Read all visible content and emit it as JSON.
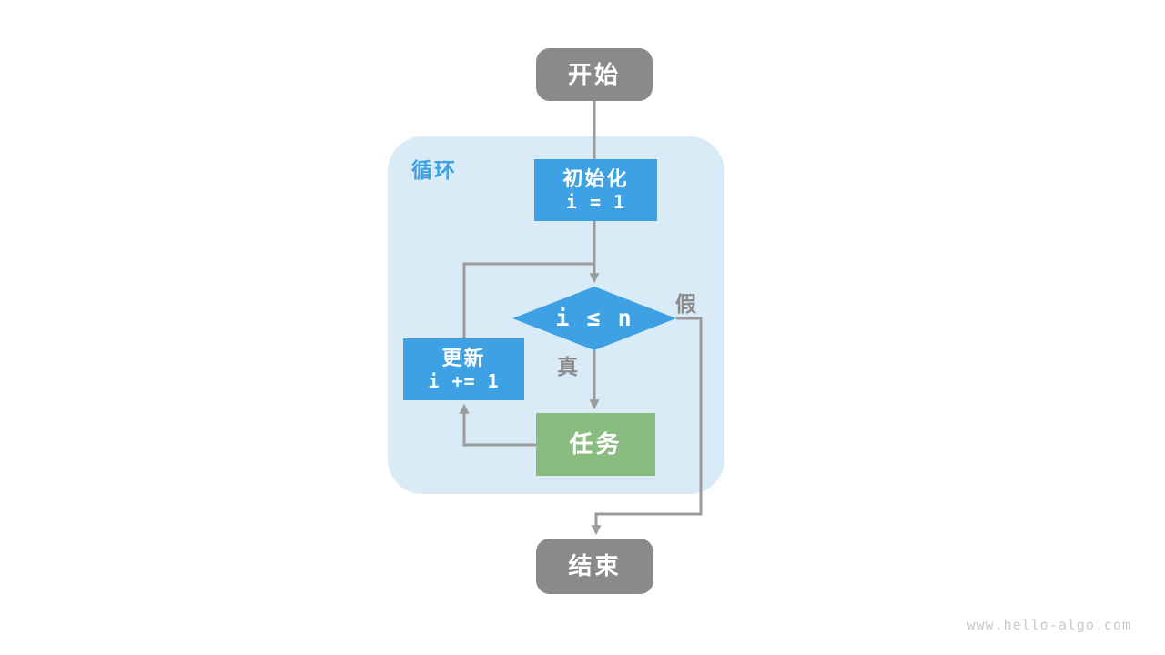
{
  "page": {
    "watermark": "www.hello-algo.com"
  },
  "colors": {
    "block_blue": "#3DA1E3",
    "block_green": "#88BD7F",
    "terminal_gray": "#8A8A8A",
    "loop_container_bg": "#DAEBF8",
    "loop_label_blue": "#3DA1E3",
    "edge_gray": "#9B9B9B",
    "edge_label_gray": "#8A8A8A",
    "watermark_gray": "#C9C9C9"
  },
  "flowchart": {
    "loop_container": {
      "label": "循环"
    },
    "nodes": {
      "start": {
        "label": "开始"
      },
      "init": {
        "title": "初始化",
        "code": "i = 1"
      },
      "condition": {
        "label": "i ≤ n"
      },
      "update": {
        "title": "更新",
        "code": "i += 1"
      },
      "task": {
        "label": "任务"
      },
      "end": {
        "label": "结束"
      }
    },
    "edge_labels": {
      "true_branch": "真",
      "false_branch": "假"
    }
  }
}
